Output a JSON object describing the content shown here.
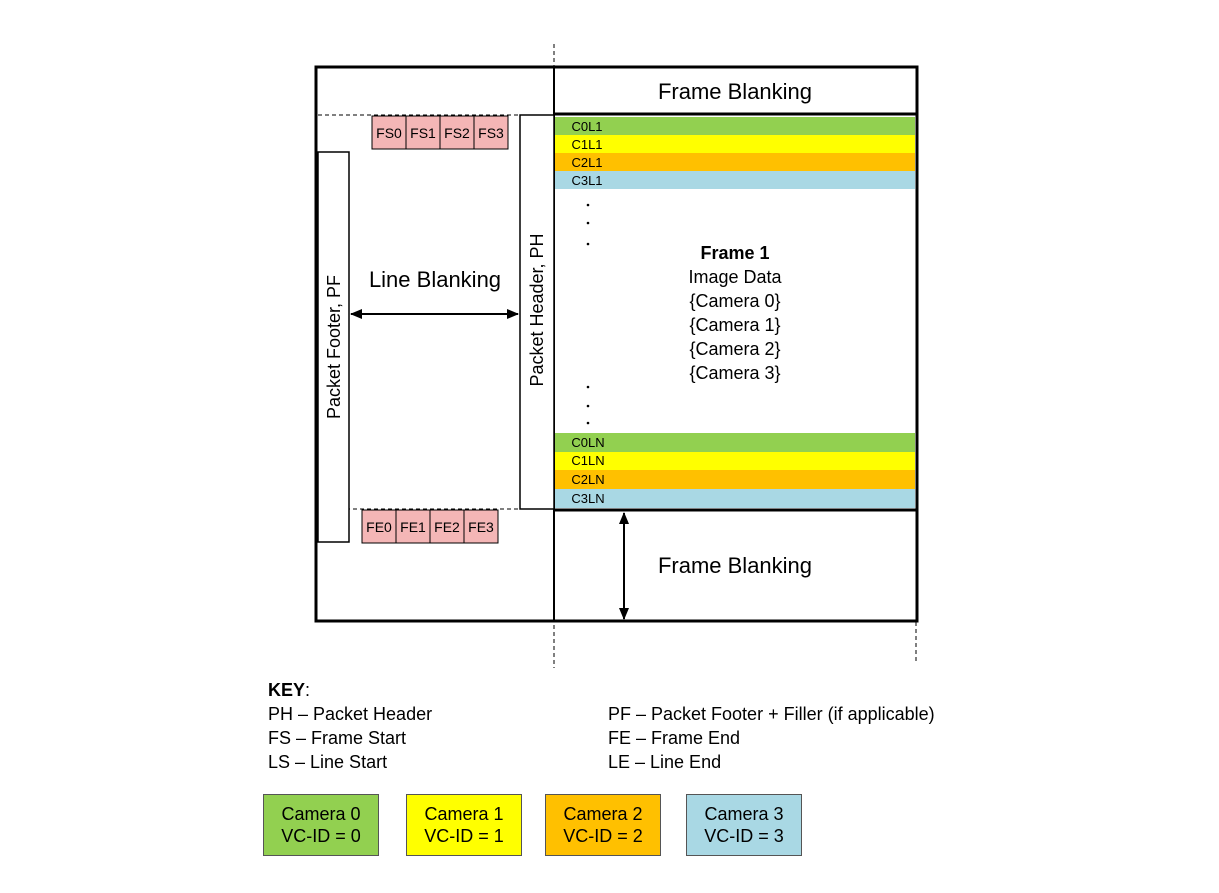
{
  "diagram": {
    "frame_blanking_top": "Frame Blanking",
    "frame_blanking_bottom": "Frame Blanking",
    "line_blanking": "Line Blanking",
    "packet_footer": "Packet Footer, PF",
    "packet_header": "Packet Header, PH",
    "frame_start_cells": [
      "FS0",
      "FS1",
      "FS2",
      "FS3"
    ],
    "frame_end_cells": [
      "FE0",
      "FE1",
      "FE2",
      "FE3"
    ],
    "top_lines": [
      "C0L1",
      "C1L1",
      "C2L1",
      "C3L1"
    ],
    "bottom_lines": [
      "C0LN",
      "C1LN",
      "C2LN",
      "C3LN"
    ],
    "frame_title": "Frame 1",
    "frame_lines": [
      "Image Data",
      "{Camera 0}",
      "{Camera 1}",
      "{Camera 2}",
      "{Camera 3}"
    ]
  },
  "key": {
    "title": "KEY",
    "left": [
      "PH – Packet Header",
      "FS – Frame Start",
      "LS – Line Start"
    ],
    "right": [
      "PF – Packet Footer + Filler (if applicable)",
      "FE – Frame End",
      "LE – Line End"
    ]
  },
  "cameras": [
    {
      "name": "Camera 0",
      "vc": "VC-ID = 0",
      "color": "#92d050"
    },
    {
      "name": "Camera 1",
      "vc": "VC-ID = 1",
      "color": "#ffff00"
    },
    {
      "name": "Camera 2",
      "vc": "VC-ID = 2",
      "color": "#ffc000"
    },
    {
      "name": "Camera 3",
      "vc": "VC-ID = 3",
      "color": "#a9d8e4"
    }
  ],
  "colors": {
    "fs_fe_fill": "#f4b6b6",
    "outline": "#000000"
  }
}
